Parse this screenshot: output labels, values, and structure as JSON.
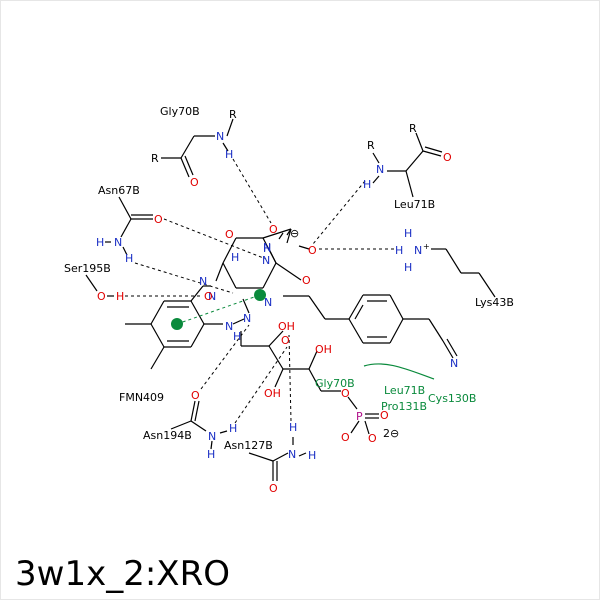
{
  "title": "3w1x_2:XRO",
  "colors": {
    "carbon": "#000000",
    "nitrogen": "#1a2fc4",
    "oxygen": "#e00000",
    "phosphorus": "#b0108a",
    "hydrophobic": "#0a8a3c"
  },
  "residues": {
    "gly70": "Gly70B",
    "asn67": "Asn67B",
    "ser195": "Ser195B",
    "leu71": "Leu71B",
    "lys43": "Lys43B",
    "fmn": "FMN409",
    "asn194": "Asn194B",
    "asn127": "Asn127B"
  },
  "hydrophobic_contacts": {
    "gly70": "Gly70B",
    "leu71": "Leu71B",
    "pro131": "Pro131B",
    "cys130": "Cys130B"
  },
  "charges": {
    "minus": "⊖",
    "two_minus": "2⊖",
    "plus": "+"
  },
  "atoms": {
    "N": "N",
    "O": "O",
    "H": "H",
    "P": "P",
    "R": "R",
    "OH": "OH"
  }
}
